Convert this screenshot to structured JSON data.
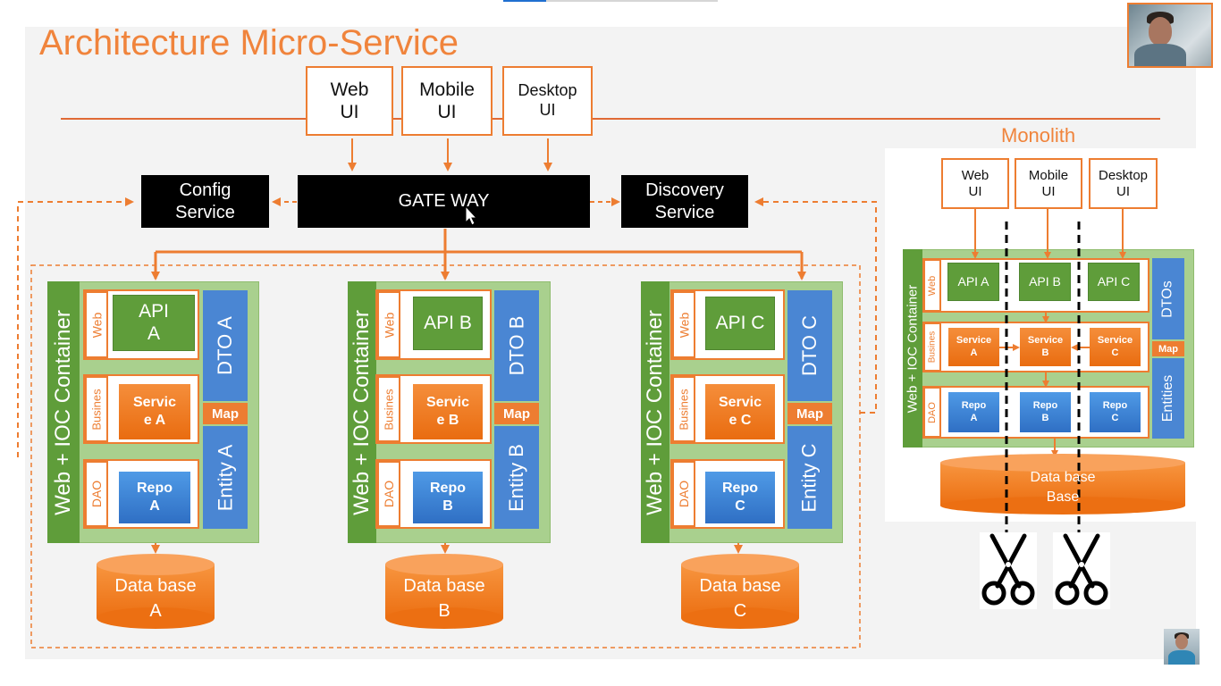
{
  "title": "Architecture Micro-Service",
  "clients": [
    {
      "id": "web",
      "label": "Web\nUI"
    },
    {
      "id": "mobile",
      "label": "Mobile\nUI"
    },
    {
      "id": "desktop",
      "label": "Desktop\nUI"
    }
  ],
  "gateway": "GATE WAY",
  "config_service": "Config\nService",
  "discovery_service": "Discovery\nService",
  "services": [
    {
      "container": "Web + IOC Container",
      "web": "Web",
      "business": "Busines",
      "dao": "DAO",
      "api": "API\nA",
      "service": "Servic\ne A",
      "repo": "Repo\nA",
      "dto": "DTO A",
      "map": "Map",
      "entity": "Entity A",
      "db": "Data base\nA"
    },
    {
      "container": "Web + IOC Container",
      "web": "Web",
      "business": "Busines",
      "dao": "DAO",
      "api": "API B",
      "service": "Servic\ne B",
      "repo": "Repo\nB",
      "dto": "DTO B",
      "map": "Map",
      "entity": "Entity B",
      "db": "Data base\nB"
    },
    {
      "container": "Web + IOC Container",
      "web": "Web",
      "business": "Busines",
      "dao": "DAO",
      "api": "API C",
      "service": "Servic\ne C",
      "repo": "Repo\nC",
      "dto": "DTO C",
      "map": "Map",
      "entity": "Entity C",
      "db": "Data base\nC"
    }
  ],
  "monolith": {
    "title": "Monolith",
    "clients": [
      "Web\nUI",
      "Mobile\nUI",
      "Desktop\nUI"
    ],
    "container": "Web + IOC Container",
    "web": "Web",
    "business": "Busines",
    "dao": "DAO",
    "apis": [
      "API A",
      "API B",
      "API C"
    ],
    "services": [
      "Service\nA",
      "Service\nB",
      "Service\nC"
    ],
    "repos": [
      "Repo\nA",
      "Repo\nB",
      "Repo\nC"
    ],
    "dtos": "DTOs",
    "map": "Map",
    "entities": "Entities",
    "db": "Data base\nBase"
  },
  "icons": [
    "scissors-icon",
    "mouse-cursor-icon",
    "webcam-video",
    "presenter-avatar"
  ],
  "colors": {
    "accent": "#ed7d31",
    "green": "#5f9d3a",
    "light_green": "#a9d08e",
    "blue": "#4a86d3",
    "black": "#000000"
  }
}
